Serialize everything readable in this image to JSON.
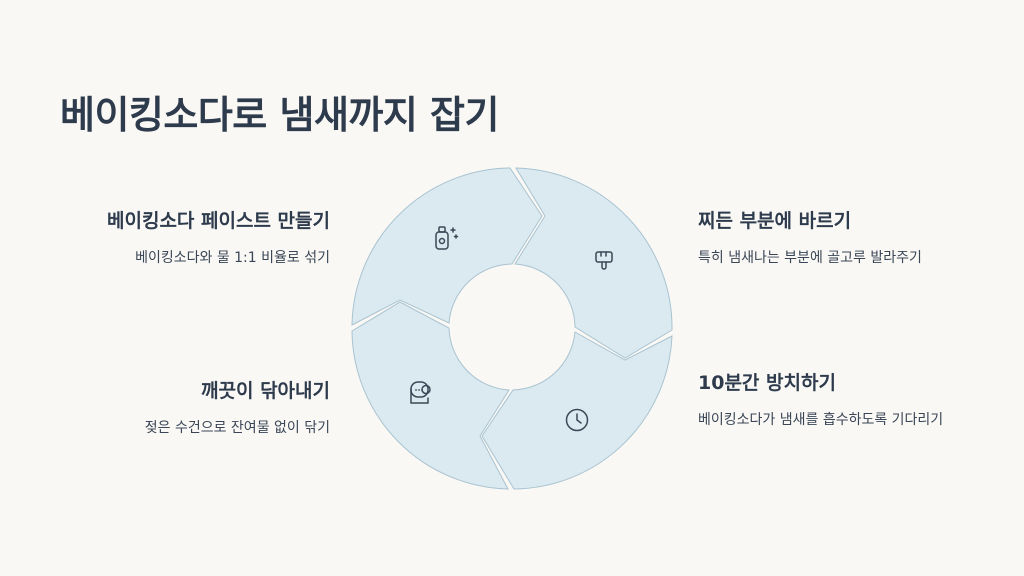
{
  "title": "베이킹소다로 냄새까지 잡기",
  "steps": [
    {
      "heading": "베이킹소다 페이스트 만들기",
      "desc": "베이킹소다와 물 1:1 비율로 섞기",
      "icon": "spray-bottle-icon"
    },
    {
      "heading": "찌든 부분에 바르기",
      "desc": "특히 냄새나는 부분에 골고루 발라주기",
      "icon": "paint-brush-icon"
    },
    {
      "heading": "10분간 방치하기",
      "desc": "베이킹소다가 냄새를 흡수하도록 기다리기",
      "icon": "clock-icon"
    },
    {
      "heading": "깨끗이 닦아내기",
      "desc": "젖은 수건으로 잔여물 없이 닦기",
      "icon": "paper-towel-icon"
    }
  ],
  "colors": {
    "segment": "#dbeaf0",
    "background": "#f9f8f5",
    "text": "#2e3b4d"
  }
}
